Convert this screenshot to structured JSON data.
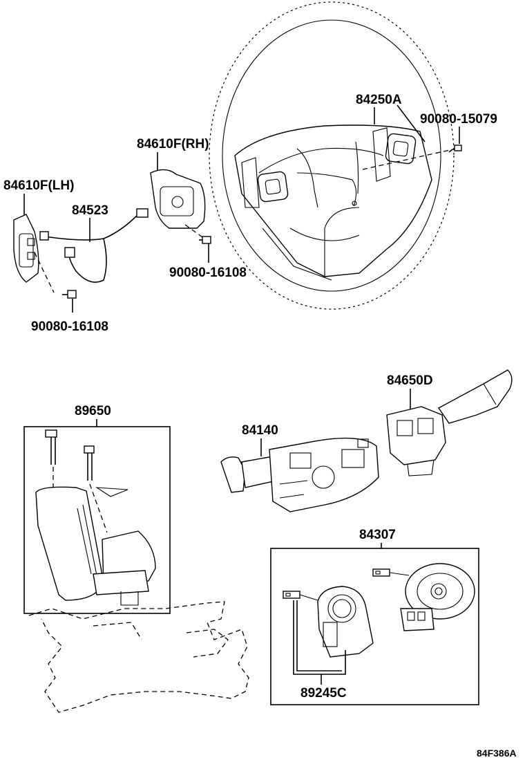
{
  "diagram": {
    "code": "84F386A",
    "callouts": {
      "p84250A": "84250A",
      "p90080_15079": "90080-15079",
      "p84610F_RH": "84610F(RH)",
      "p84610F_LH": "84610F(LH)",
      "p84523": "84523",
      "p90080_16108_a": "90080-16108",
      "p90080_16108_b": "90080-16108",
      "p89650": "89650",
      "p84140": "84140",
      "p84650D": "84650D",
      "p84307": "84307",
      "p89245C": "89245C"
    }
  }
}
